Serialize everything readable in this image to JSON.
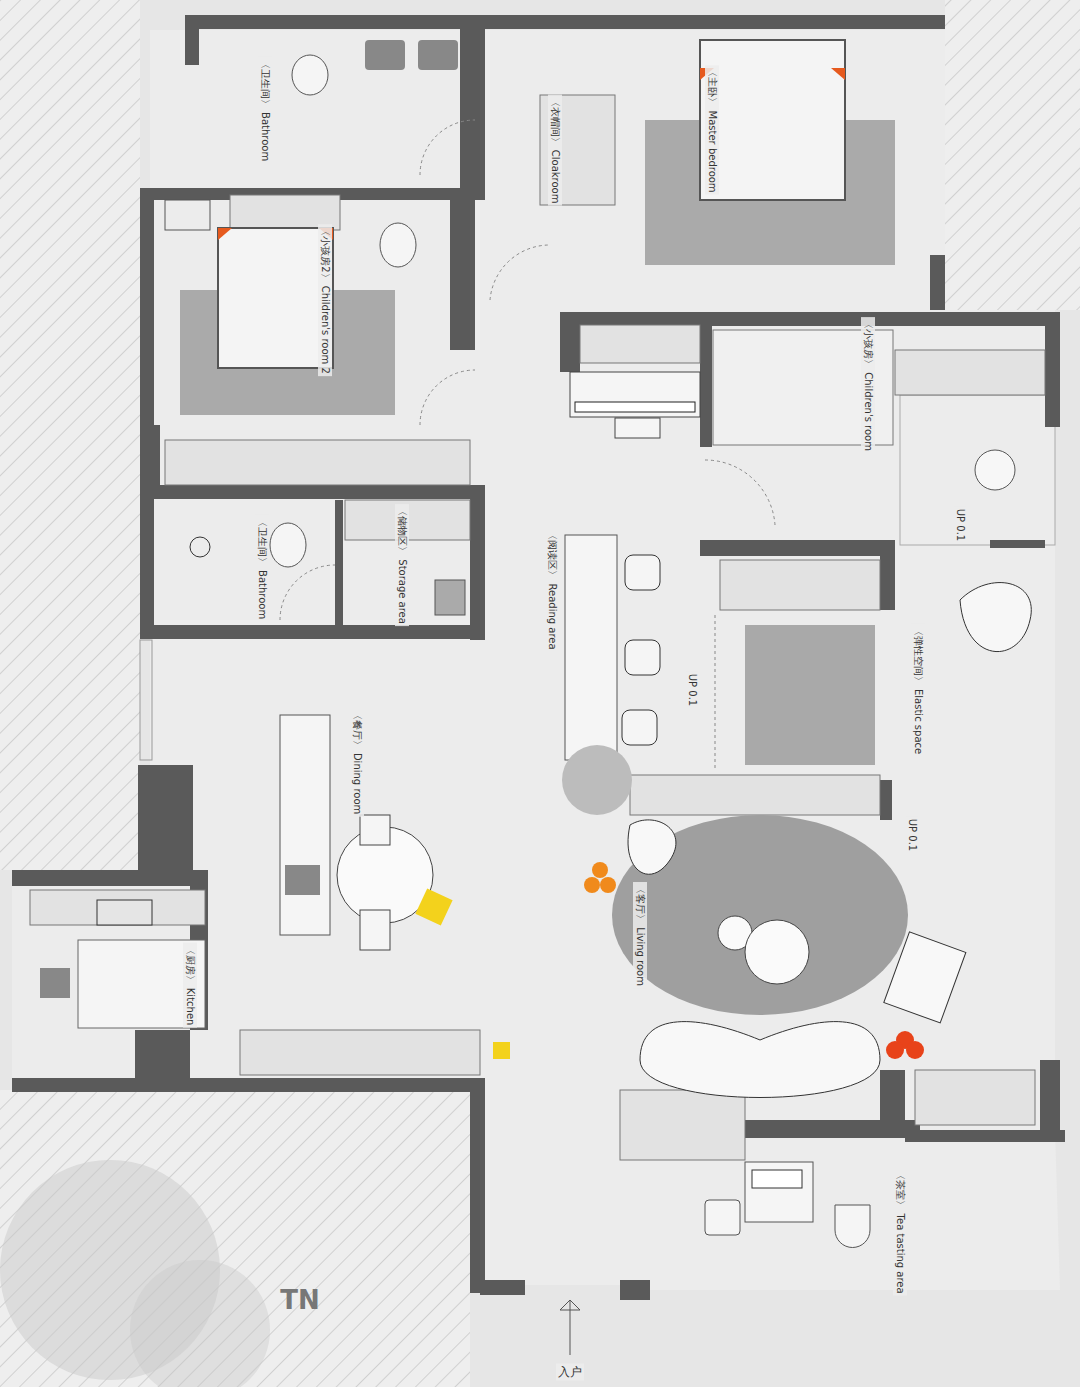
{
  "diagram": {
    "labels": [
      "〈卫生间〉 Bathroom",
      "〈衣帽间〉 Cloakroom",
      "〈主卧〉 Master bedroom",
      "〈小孩房2〉 Children's room 2",
      "〈小孩房〉 Children's room",
      "〈卫生间〉 Bathroom",
      "〈储物区〉 Storage area",
      "〈阅读区〉 Reading area",
      "〈餐厅〉 Dining room",
      "〈厨房〉 Kitchen",
      "〈客厅〉 Living room",
      "〈弹性空间〉 Elastic space",
      "〈茶室〉 Tea tasting area",
      "UP 0.1",
      "UP 0.1",
      "UP 0.1",
      "入户",
      "TN"
    ]
  }
}
